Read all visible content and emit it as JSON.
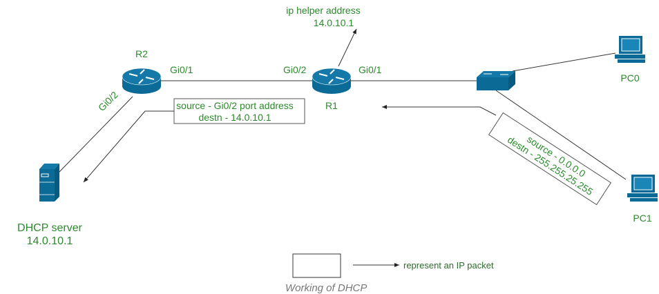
{
  "routers": {
    "r2": "R2",
    "r1": "R1"
  },
  "ports": {
    "r2_gi01": "Gi0/1",
    "r2_gi02": "Gi0/2",
    "r1_gi02": "Gi0/2",
    "r1_gi01": "Gi0/1"
  },
  "helper": {
    "line1": "ip helper address",
    "line2": "14.0.10.1"
  },
  "pcs": {
    "pc0": "PC0",
    "pc1": "PC1"
  },
  "server": {
    "name": "DHCP server",
    "ip": "14.0.10.1"
  },
  "packet_r2": {
    "line1": "source - Gi0/2 port address",
    "line2": "destn - 14.0.10.1"
  },
  "packet_pc1": {
    "line1": "source - 0.0.0.0",
    "line2": "destn - 255.255.25.255"
  },
  "legend": {
    "label": "represent an IP packet"
  },
  "caption": "Working of DHCP",
  "colors": {
    "device": "#0b6a96",
    "text": "#2b8a2b"
  }
}
